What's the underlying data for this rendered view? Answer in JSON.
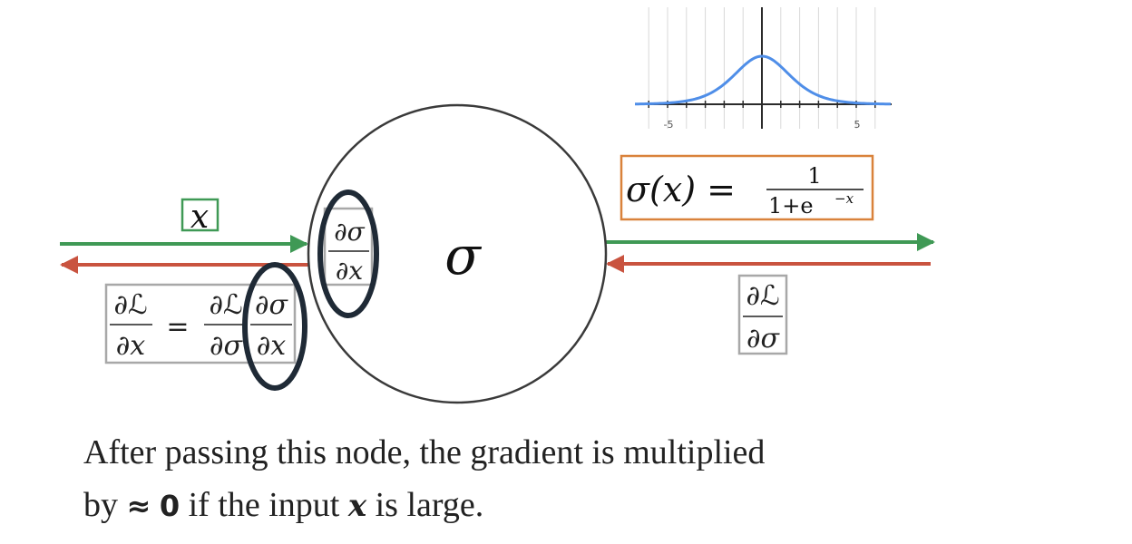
{
  "node": {
    "symbol": "σ"
  },
  "input": {
    "label": "𝑥"
  },
  "local_gradient": {
    "numerator": "∂σ",
    "denominator": "∂x"
  },
  "chain_rule": {
    "lhs_num": "∂ℒ",
    "lhs_den": "∂x",
    "eq": "=",
    "r1_num": "∂ℒ",
    "r1_den": "∂σ",
    "r2_num": "∂σ",
    "r2_den": "∂x"
  },
  "upstream_gradient": {
    "numerator": "∂ℒ",
    "denominator": "∂σ"
  },
  "sigmoid_formula": {
    "lhs": "σ(x) =",
    "numerator": "1",
    "denominator": "1+e",
    "exponent": "−x"
  },
  "plot": {
    "tick_labels": [
      "-5",
      "5"
    ],
    "curve_color": "#4f8ee8",
    "function": "sigmoid derivative"
  },
  "caption": {
    "line1": "After passing this node, the gradient is multiplied",
    "line2_pre": "by",
    "line2_approx": "≈",
    "line2_zero": "0",
    "line2_mid": "if the input",
    "line2_x": "x",
    "line2_post": "is large."
  },
  "colors": {
    "forward": "#3f9955",
    "backward": "#c9533f",
    "formula_border": "#d9823b",
    "box_border": "#a8a8a8",
    "input_box_border": "#3f9955",
    "highlight": "#1f2a36"
  }
}
